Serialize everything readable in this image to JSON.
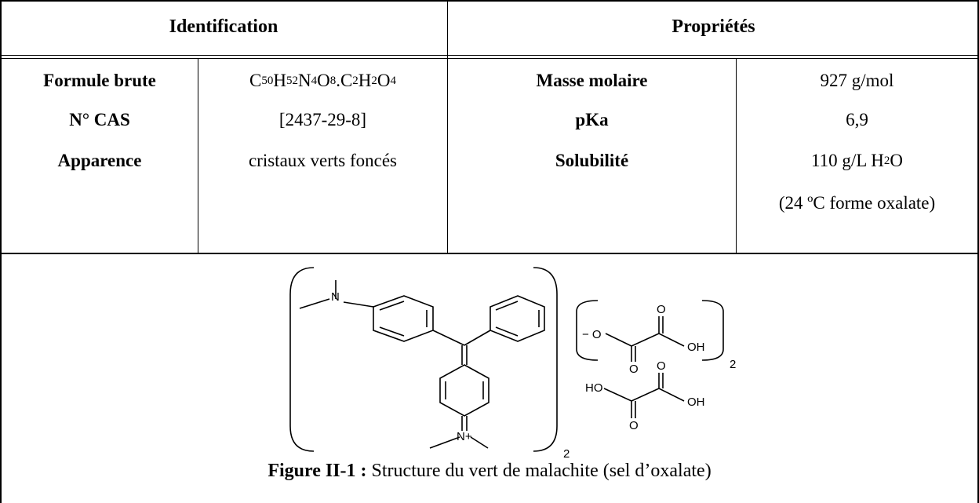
{
  "table": {
    "left_header": "Identification",
    "right_header": "Propriétés",
    "rows": [
      {
        "id_label": "Formule brute",
        "id_value": [
          {
            "t": "C"
          },
          {
            "sub": "50"
          },
          {
            "t": "H"
          },
          {
            "sub": "52"
          },
          {
            "t": "N"
          },
          {
            "sub": "4"
          },
          {
            "t": "O"
          },
          {
            "sub": "8"
          },
          {
            "t": ".C"
          },
          {
            "sub": "2"
          },
          {
            "t": "H"
          },
          {
            "sub": "2"
          },
          {
            "t": "O"
          },
          {
            "sub": "4"
          }
        ],
        "prop_label": "Masse molaire",
        "prop_value": "927 g/mol"
      },
      {
        "id_label": "N° CAS",
        "id_value_text": "[2437-29-8]",
        "prop_label": "pKa",
        "prop_value": "6,9"
      },
      {
        "id_label": "Apparence",
        "id_value_text": "cristaux verts foncés",
        "prop_label": "Solubilité",
        "prop_value_parts": [
          {
            "t": "110 g/L H"
          },
          {
            "sub": "2"
          },
          {
            "t": "O"
          }
        ]
      },
      {
        "prop_value": "(24 ºC forme oxalate)"
      }
    ]
  },
  "structure": {
    "labels": {
      "n_left": "N",
      "n_bottom": "N+",
      "cation_count": "2",
      "anion_charge": "− O",
      "oh1": "OH",
      "o_top1": "O",
      "o_bot1": "O",
      "anion_count": "2",
      "ho": "HO",
      "oh2": "OH",
      "o_top2": "O",
      "o_bot2": "O"
    }
  },
  "caption": {
    "label": "Figure II-1 :",
    "text": " Structure du vert de malachite (sel d’oxalate)"
  }
}
